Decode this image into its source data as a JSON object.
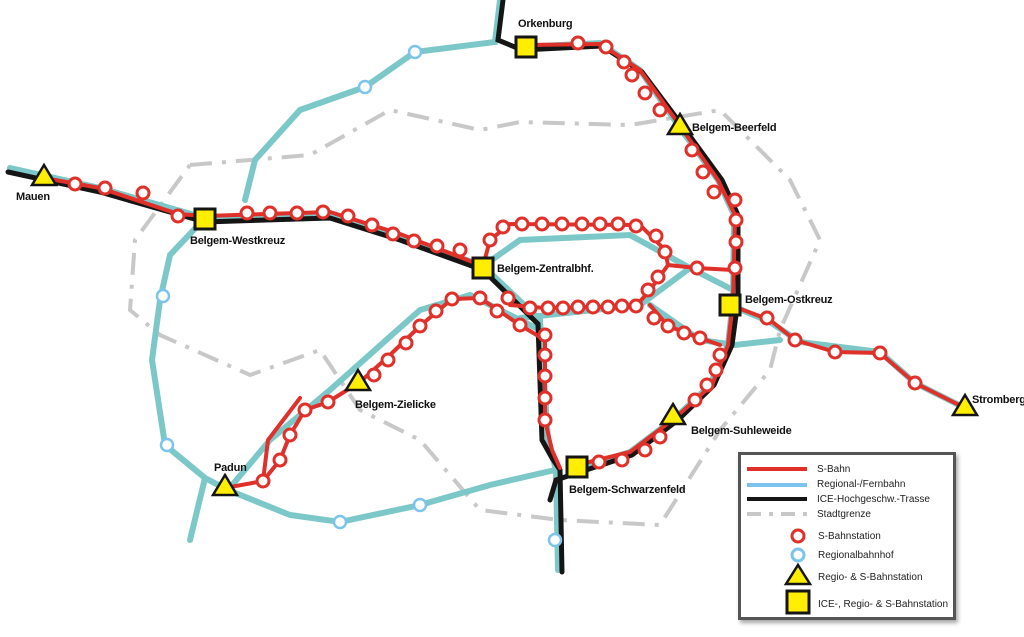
{
  "stations": {
    "orkenburg": "Orkenburg",
    "beerfeld": "Belgem-Beerfeld",
    "mauen": "Mauen",
    "westkreuz": "Belgem-Westkreuz",
    "zentralbhf": "Belgem-Zentralbhf.",
    "ostkreuz": "Belgem-Ostkreuz",
    "stromberg": "Stromberg",
    "suhleweide": "Belgem-Suhleweide",
    "schwarzenfeld": "Belgem-Schwarzenfeld",
    "zielicke": "Belgem-Zielicke",
    "padun": "Padun"
  },
  "legend": {
    "sbahn": "S-Bahn",
    "regional": "Regional-/Fernbahn",
    "ice": "ICE-Hochgeschw.-Trasse",
    "border": "Stadtgrenze",
    "sbahn_station": "S-Bahnstation",
    "regional_station": "Regionalbahnhof",
    "regio_s_station": "Regio- & S-Bahnstation",
    "ice_station": "ICE-, Regio- & S-Bahnstation"
  },
  "colors": {
    "sbahn": "#e0302a",
    "regional": "#7cc8c8",
    "ice": "#151515",
    "border": "#c4c4c4",
    "station_fill": "#ffee00",
    "regional_station": "#7cc4ee"
  }
}
